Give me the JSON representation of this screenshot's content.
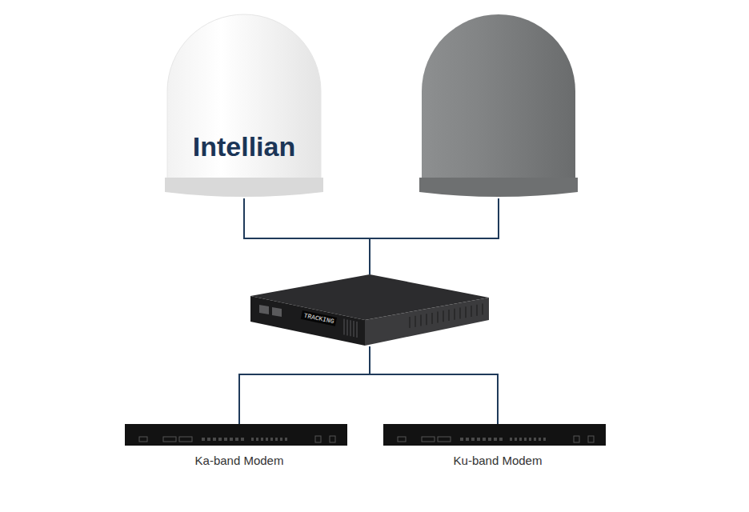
{
  "diagram": {
    "nodes": [
      {
        "text": [
          "Intellian"
        ]
      },
      {
        "text": []
      },
      {
        "text": [
          "TRACKING"
        ]
      },
      {
        "text": [
          "Ka-band Modem"
        ]
      },
      {
        "text": [
          "Ku-band Modem"
        ]
      }
    ],
    "edges": [
      {
        "from": 0,
        "to": 2,
        "arrow": "none"
      },
      {
        "from": 1,
        "to": 2,
        "arrow": "none"
      },
      {
        "from": 2,
        "to": 3,
        "arrow": "none"
      },
      {
        "from": 2,
        "to": 4,
        "arrow": "none"
      }
    ]
  }
}
